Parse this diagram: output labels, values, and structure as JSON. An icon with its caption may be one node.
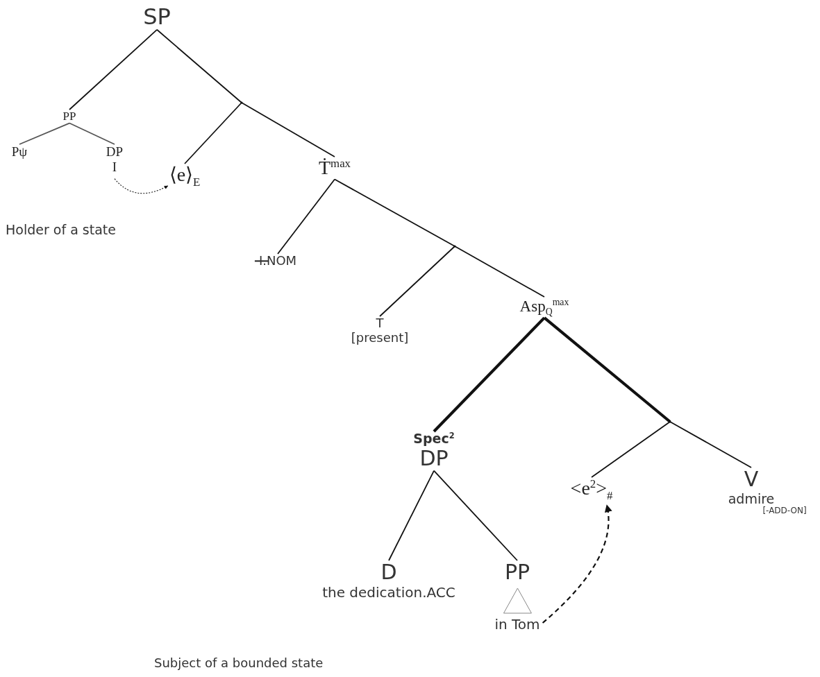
{
  "diagram": {
    "nodes": [
      {
        "text": [
          "SP"
        ]
      },
      {
        "text": [
          "PP"
        ]
      },
      {
        "text": [
          "Pψ"
        ]
      },
      {
        "text": [
          "DP",
          "I"
        ]
      },
      {
        "text": [
          "⟨e⟩$_{E}$"
        ]
      },
      {
        "text": [],
        "shape": "point"
      },
      {
        "text": [
          "Ṫ$^{max}$"
        ]
      },
      {
        "text": [
          "I.NOM"
        ]
      },
      {
        "text": [],
        "shape": "point"
      },
      {
        "text": [
          "T",
          "[present]"
        ]
      },
      {
        "text": [
          "Asp$_{Q}$$^{max}$"
        ]
      },
      {
        "text": [
          "Spec$^{2}$",
          "DP"
        ]
      },
      {
        "text": [],
        "shape": "point"
      },
      {
        "text": [
          "D",
          "the dedication.ACC"
        ]
      },
      {
        "text": [
          "PP",
          "in Tom"
        ]
      },
      {
        "text": [
          "<e$^{2}$>$_{#}$"
        ]
      },
      {
        "text": [
          "V",
          "admire",
          "[-ADD-ON]"
        ]
      }
    ],
    "edges": [
      {
        "from": 0,
        "to": 1,
        "arrow": "none"
      },
      {
        "from": 0,
        "to": 5,
        "arrow": "none"
      },
      {
        "from": 1,
        "to": 2,
        "arrow": "none",
        "color": "#555555"
      },
      {
        "from": 1,
        "to": 3,
        "arrow": "none",
        "color": "#555555"
      },
      {
        "from": 5,
        "to": 4,
        "arrow": "none"
      },
      {
        "from": 5,
        "to": 6,
        "arrow": "none"
      },
      {
        "from": 6,
        "to": 7,
        "arrow": "none"
      },
      {
        "from": 6,
        "to": 8,
        "arrow": "none"
      },
      {
        "from": 8,
        "to": 9,
        "arrow": "none"
      },
      {
        "from": 8,
        "to": 10,
        "arrow": "none"
      },
      {
        "from": 10,
        "to": 11,
        "arrow": "none",
        "style": "thick"
      },
      {
        "from": 10,
        "to": 12,
        "arrow": "none",
        "style": "thick"
      },
      {
        "from": 12,
        "to": 15,
        "arrow": "none"
      },
      {
        "from": 12,
        "to": 16,
        "arrow": "none"
      },
      {
        "from": 11,
        "to": 13,
        "arrow": "none"
      },
      {
        "from": 11,
        "to": 14,
        "arrow": "none"
      },
      {
        "from": 3,
        "to": 4,
        "arrow": "to",
        "style": "dashed"
      },
      {
        "from": 14,
        "to": 15,
        "arrow": "to",
        "style": "dashed"
      }
    ],
    "labels": [
      "Holder of a state",
      "Subject of a bounded state"
    ]
  }
}
